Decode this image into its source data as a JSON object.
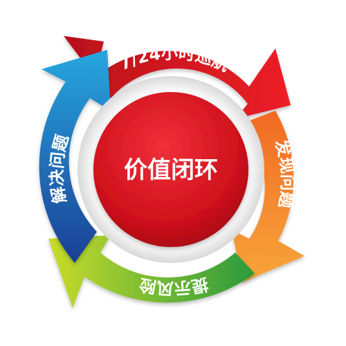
{
  "center": {
    "label": "价值闭环",
    "color": "#d8141c"
  },
  "segments": [
    {
      "label": "7/24小时巡航",
      "color": "#dd1a25"
    },
    {
      "label": "发现问题",
      "color": "#f0762a"
    },
    {
      "label": "提示风险",
      "color": "#4aa73a"
    },
    {
      "label": "解决问题",
      "color": "#1b5fae"
    }
  ]
}
